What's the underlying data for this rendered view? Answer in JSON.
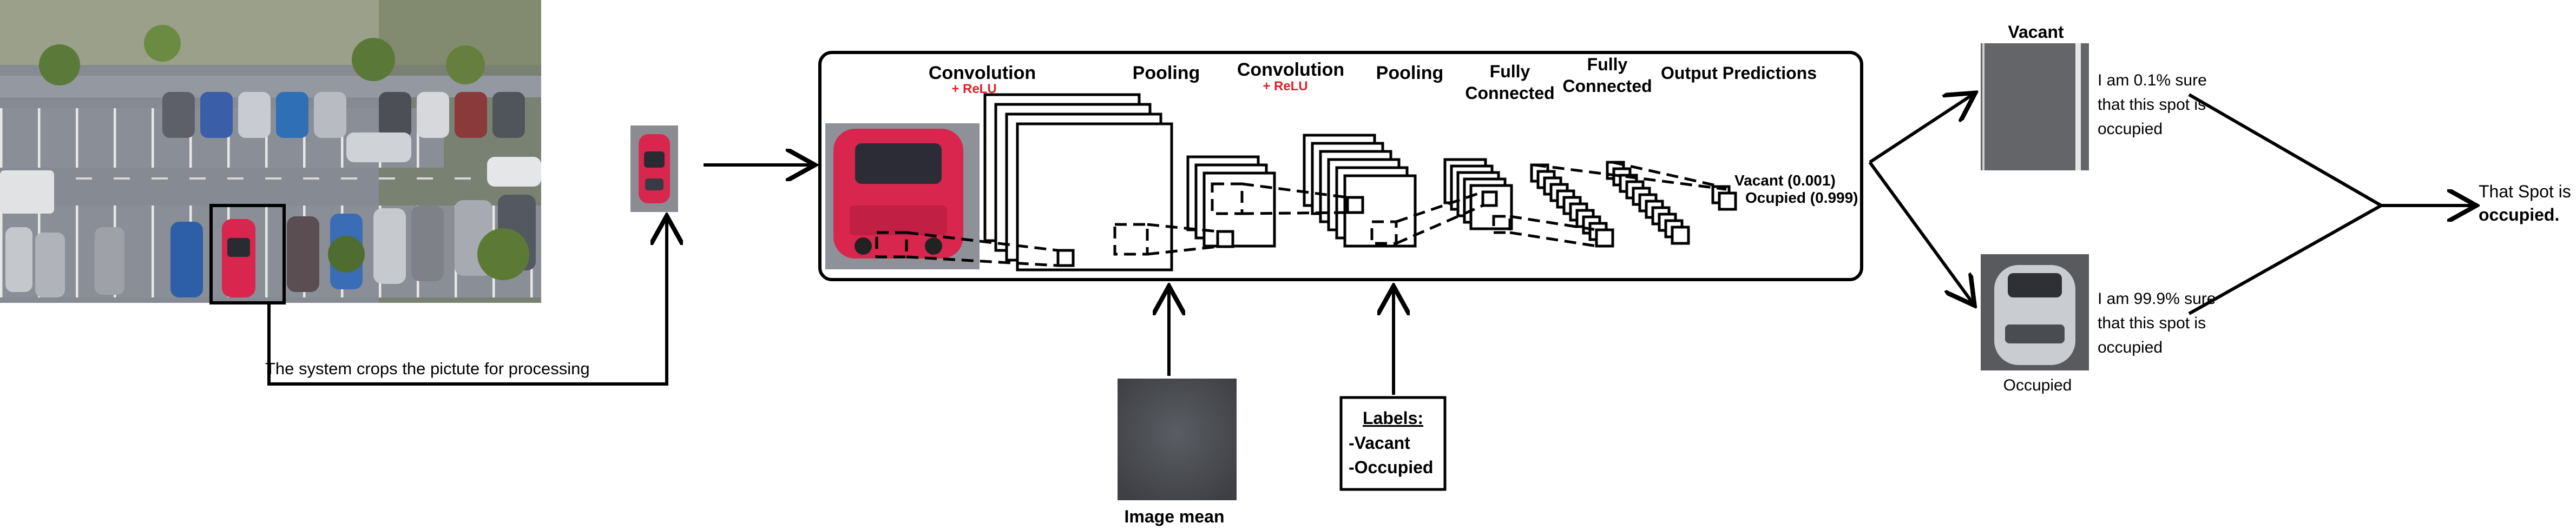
{
  "crop_caption": "The system crops the pictute for processing",
  "cnn": {
    "layers": [
      {
        "title": "Convolution",
        "sub": "+ ReLU"
      },
      {
        "title": "Pooling",
        "sub": ""
      },
      {
        "title": "Convolution",
        "sub": "+ ReLU"
      },
      {
        "title": "Pooling",
        "sub": ""
      },
      {
        "title_line1": "Fully",
        "title_line2": "Connected"
      },
      {
        "title_line1": "Fully",
        "title_line2": "Connected"
      },
      {
        "title": "Output Predictions",
        "sub": ""
      }
    ],
    "output_vacant": "Vacant (0.001)",
    "output_occupied": "Ocupied (0.999)"
  },
  "image_mean_label": "Image mean",
  "labels_box": {
    "title": "Labels:",
    "items": [
      "-Vacant",
      "-Occupied"
    ]
  },
  "results": {
    "vacant": {
      "title": "Vacant",
      "text_lines": [
        "I am 0.1% sure",
        "that this spot is",
        "occupied"
      ]
    },
    "occupied": {
      "title": "Occupied",
      "text_lines": [
        "I am 99.9% sure",
        "that this spot is",
        "occupied"
      ]
    }
  },
  "conclusion": {
    "line1": "That Spot is",
    "line2": "occupied."
  },
  "colors": {
    "asphalt": "#7a7e86",
    "car_red": "#d8264f",
    "relu_red": "#e0202a",
    "image_mean_gray": "#4a4c52"
  }
}
